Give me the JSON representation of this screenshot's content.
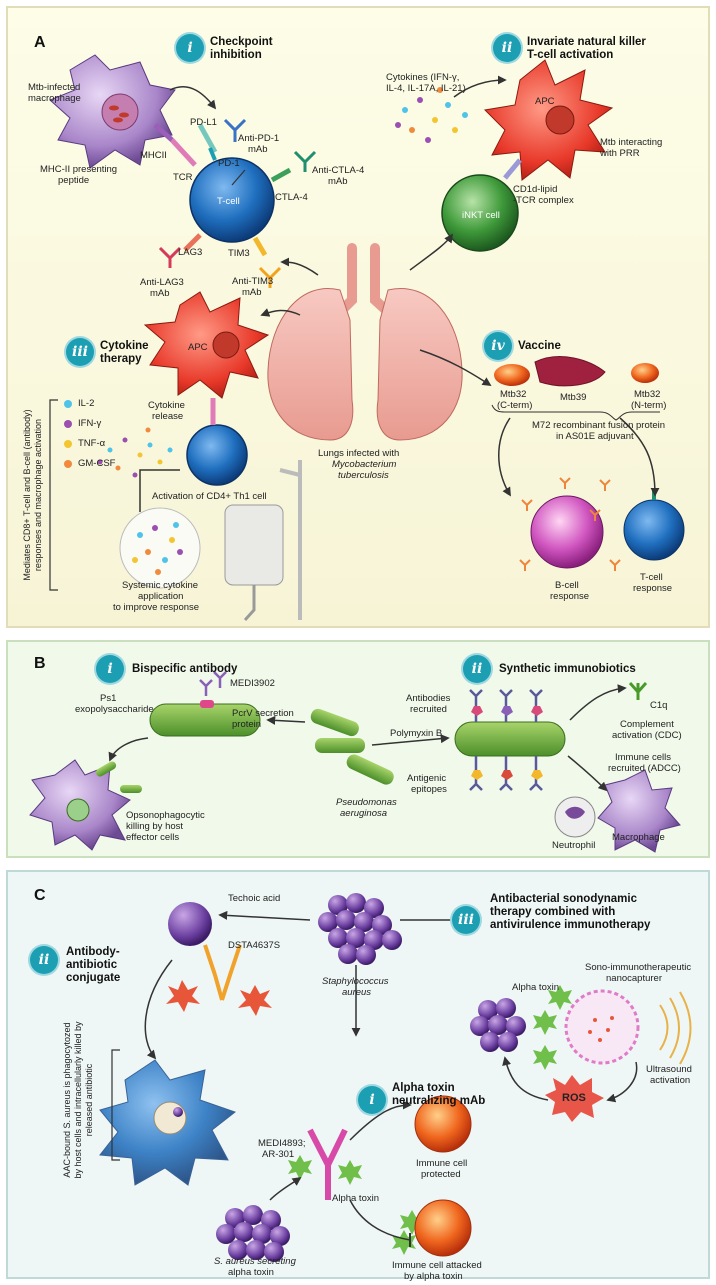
{
  "panels": {
    "a": "A",
    "b": "B",
    "c": "C"
  },
  "a": {
    "i": {
      "numeral": "i",
      "title_line1": "Checkpoint",
      "title_line2": "inhibition"
    },
    "ii": {
      "numeral": "ii",
      "title_line1": "Invariate natural killer",
      "title_line2": "T-cell activation"
    },
    "iii": {
      "numeral": "iii",
      "title_line1": "Cytokine",
      "title_line2": "therapy"
    },
    "iv": {
      "numeral": "iv",
      "title": "Vaccine"
    },
    "mtb_macrophage_1": "Mtb-infected",
    "mtb_macrophage_2": "macrophage",
    "pdl1": "PD-L1",
    "anti_pd1_1": "Anti-PD-1",
    "anti_pd1_2": "mAb",
    "pd1": "PD-1",
    "mhcii": "MHCII",
    "mhc_peptide_1": "MHC-II presenting",
    "mhc_peptide_2": "peptide",
    "tcr": "TCR",
    "tcell": "T-cell",
    "anti_ctla4_1": "Anti-CTLA-4",
    "anti_ctla4_2": "mAb",
    "ctla4": "CTLA-4",
    "lag3": "LAG3",
    "tim3": "TIM3",
    "anti_lag3_1": "Anti-LAG3",
    "anti_lag3_2": "mAb",
    "anti_tim3_1": "Anti-TIM3",
    "anti_tim3_2": "mAb",
    "cytokines_1": "Cytokines (IFN-γ,",
    "cytokines_2": "IL-4, IL-17A, IL-21)",
    "apc": "APC",
    "inkt": "iNKT cell",
    "cd1d_1": "CD1d-lipid",
    "cd1d_2": "-TCR complex",
    "mtb_prr_1": "Mtb interacting",
    "mtb_prr_2": "with PRR",
    "lungs_1": "Lungs infected with",
    "lungs_2": "Mycobacterium",
    "lungs_3": "tuberculosis",
    "cytokine_release_1": "Cytokine",
    "cytokine_release_2": "release",
    "cytokine_list": [
      "IL-2",
      "IFN-γ",
      "TNF-α",
      "GM-CSF"
    ],
    "cytokine_colors": [
      "#4fc3e8",
      "#9b4fb0",
      "#f2c531",
      "#f08a3c"
    ],
    "th1": "Activation of CD4+ Th1 cell",
    "systemic_1": "Systemic cytokine",
    "systemic_2": "application",
    "systemic_3": "to improve response",
    "side_1": "Mediates CD8+ T-cell and B-cell (antibody)",
    "side_2": "responses and macrophage activation",
    "mtb32c_1": "Mtb32",
    "mtb32c_2": "(C-term)",
    "mtb39": "Mtb39",
    "mtb32n_1": "Mtb32",
    "mtb32n_2": "(N-term)",
    "m72_1": "M72 recombinant fusion protein",
    "m72_2": "in AS01E adjuvant",
    "bcell_1": "B-cell",
    "bcell_2": "response",
    "tcellresp_1": "T-cell",
    "tcellresp_2": "response"
  },
  "b": {
    "i": {
      "numeral": "i",
      "title": "Bispecific antibody"
    },
    "ii": {
      "numeral": "ii",
      "title": "Synthetic immunobiotics"
    },
    "ps1_1": "Ps1",
    "ps1_2": "exopolysaccharide",
    "medi3902": "MEDI3902",
    "pcrv_1": "PcrV secretion",
    "pcrv_2": "protein",
    "opso_1": "Opsonophagocytic",
    "opso_2": "killing by host",
    "opso_3": "effector cells",
    "pseudo_1": "Pseudomonas",
    "pseudo_2": "aeruginosa",
    "antibodies_1": "Antibodies",
    "antibodies_2": "recruited",
    "polymyxin": "Polymyxin B",
    "antigenic_1": "Antigenic",
    "antigenic_2": "epitopes",
    "c1q": "C1q",
    "complement_1": "Complement",
    "complement_2": "activation (CDC)",
    "immune_1": "Immune cells",
    "immune_2": "recruited (ADCC)",
    "neutrophil": "Neutrophil",
    "macrophage": "Macrophage"
  },
  "c": {
    "ii": {
      "numeral": "ii",
      "title_line1": "Antibody-",
      "title_line2": "antibiotic",
      "title_line3": "conjugate"
    },
    "iii": {
      "numeral": "iii",
      "title_line1": "Antibacterial sonodynamic",
      "title_line2": "therapy combined with",
      "title_line3": "antivirulence immunotherapy"
    },
    "i": {
      "numeral": "i",
      "title_line1": "Alpha toxin",
      "title_line2": "neutralizing mAb"
    },
    "teichoic": "Techoic acid",
    "dsta": "DSTA4637S",
    "staph_1": "Staphylococcus",
    "staph_2": "aureus",
    "aac_1": "AAC-bound S. aureus is phagocytozed",
    "aac_2": "by host cells and intracellularly killed by",
    "aac_3": "released antibiotic",
    "sono_1": "Sono-immunotherapeutic",
    "sono_2": "nanocapturer",
    "alpha_toxin": "Alpha toxin",
    "ultrasound_1": "Ultrasound",
    "ultrasound_2": "activation",
    "ros": "ROS",
    "medi4893_1": "MEDI4893;",
    "medi4893_2": "AR-301",
    "protected_1": "Immune cell",
    "protected_2": "protected",
    "alpha_toxin2": "Alpha toxin",
    "secreting_1": "S. aureus secreting",
    "secreting_2": "alpha toxin",
    "attacked_1": "Immune cell attacked",
    "attacked_2": "by alpha toxin"
  }
}
